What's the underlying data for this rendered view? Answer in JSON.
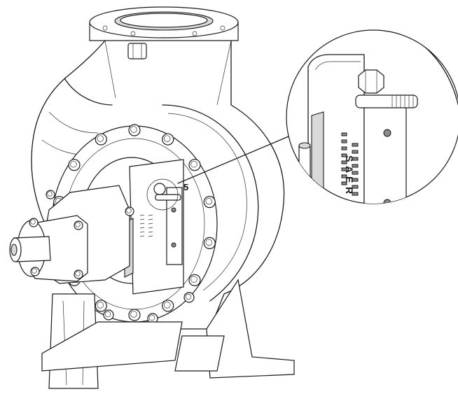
{
  "diagram": {
    "callout_number": "5",
    "brand_letters": [
      "S",
      "A",
      "E",
      "R"
    ]
  }
}
